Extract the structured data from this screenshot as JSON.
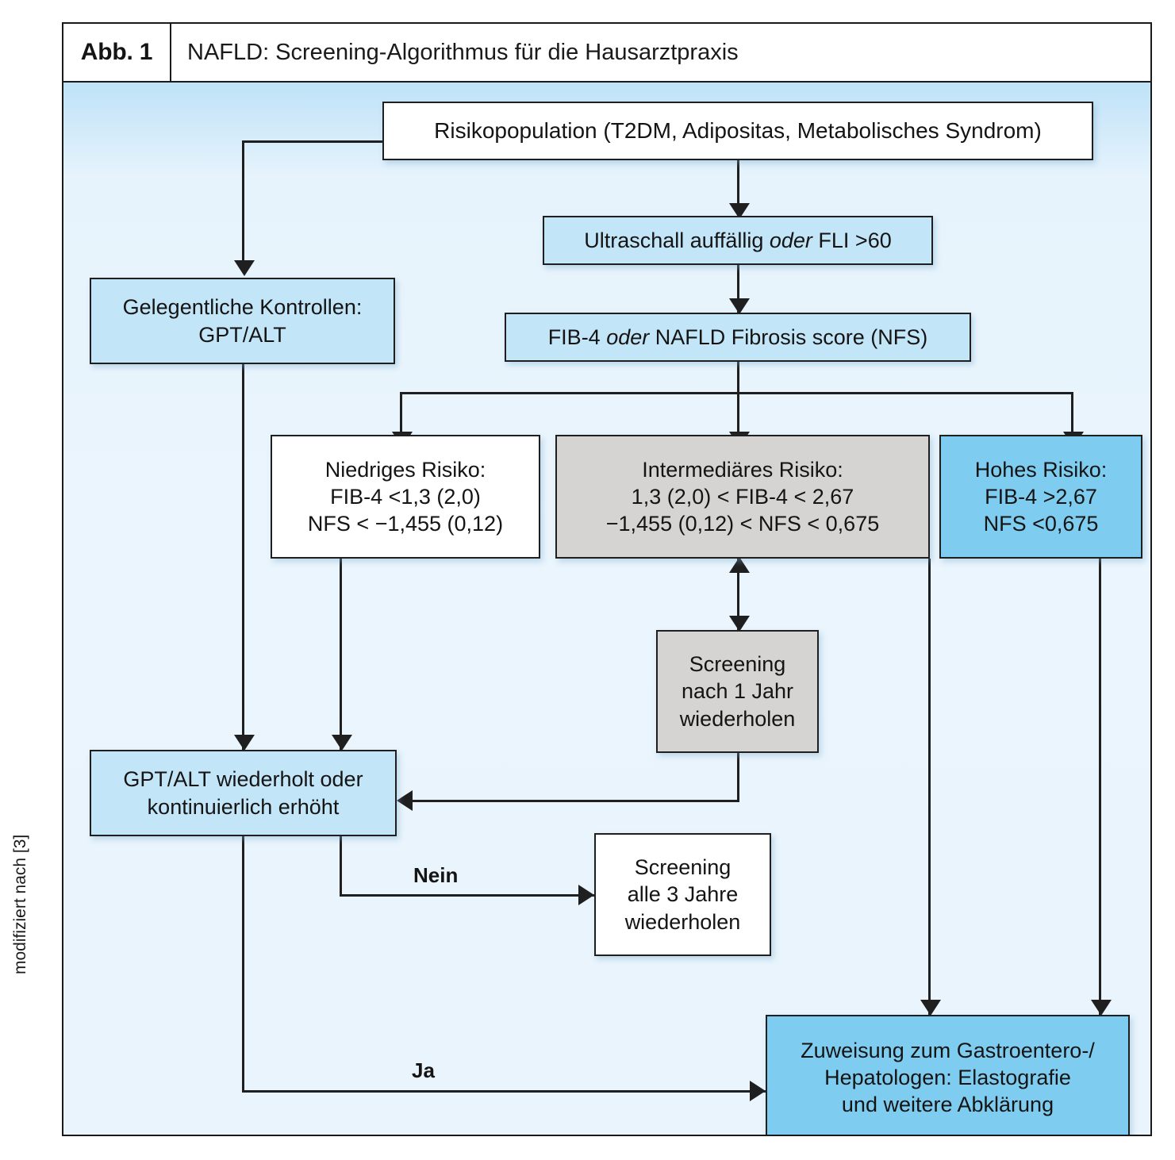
{
  "figure": {
    "label": "Abb. 1",
    "title": "NAFLD: Screening-Algorithmus für die Hausarztpraxis",
    "credit": "modifiziert nach [3]"
  },
  "colors": {
    "canvas_bg": "#e9f4fc",
    "box_white": "#ffffff",
    "box_lightblue": "#c3e5f8",
    "box_blue": "#7ecdf0",
    "box_gray": "#d6d4d2",
    "stroke": "#1f1f1f"
  },
  "nodes": {
    "risikopopulation": {
      "lines": [
        "Risikopopulation (T2DM, Adipositas, Metabolisches Syndrom)"
      ],
      "fill": "white"
    },
    "ultraschall": {
      "pre": "Ultraschall auffällig ",
      "em": "oder",
      "post": " FLI >60",
      "fill": "lightblue"
    },
    "gelegentliche_kontrollen": {
      "lines": [
        "Gelegentliche Kontrollen:",
        "GPT/ALT"
      ],
      "fill": "lightblue"
    },
    "fib4_nfs": {
      "pre": "FIB-4 ",
      "em": "oder",
      "post": " NAFLD Fibrosis score (NFS)",
      "fill": "lightblue"
    },
    "niedriges_risiko": {
      "lines": [
        "Niedriges Risiko:",
        "FIB-4 <1,3 (2,0)",
        "NFS < −1,455 (0,12)"
      ],
      "fill": "white"
    },
    "intermediaeres_risiko": {
      "lines": [
        "Intermediäres Risiko:",
        "1,3 (2,0) < FIB-4 < 2,67",
        "−1,455 (0,12) < NFS < 0,675"
      ],
      "fill": "gray"
    },
    "hohes_risiko": {
      "lines": [
        "Hohes Risiko:",
        "FIB-4 >2,67",
        "NFS <0,675"
      ],
      "fill": "blue"
    },
    "screening_1_jahr": {
      "lines": [
        "Screening",
        "nach 1 Jahr",
        "wiederholen"
      ],
      "fill": "gray"
    },
    "gpt_alt_wiederholt": {
      "lines": [
        "GPT/ALT wiederholt oder",
        "kontinuierlich erhöht"
      ],
      "fill": "lightblue"
    },
    "screening_3_jahre": {
      "lines": [
        "Screening",
        "alle 3 Jahre",
        "wiederholen"
      ],
      "fill": "white"
    },
    "zuweisung": {
      "lines": [
        "Zuweisung zum Gastroentero-/",
        "Hepatologen: Elastografie",
        "und weitere Abklärung"
      ],
      "fill": "blue"
    }
  },
  "edge_labels": {
    "nein": "Nein",
    "ja": "Ja"
  }
}
